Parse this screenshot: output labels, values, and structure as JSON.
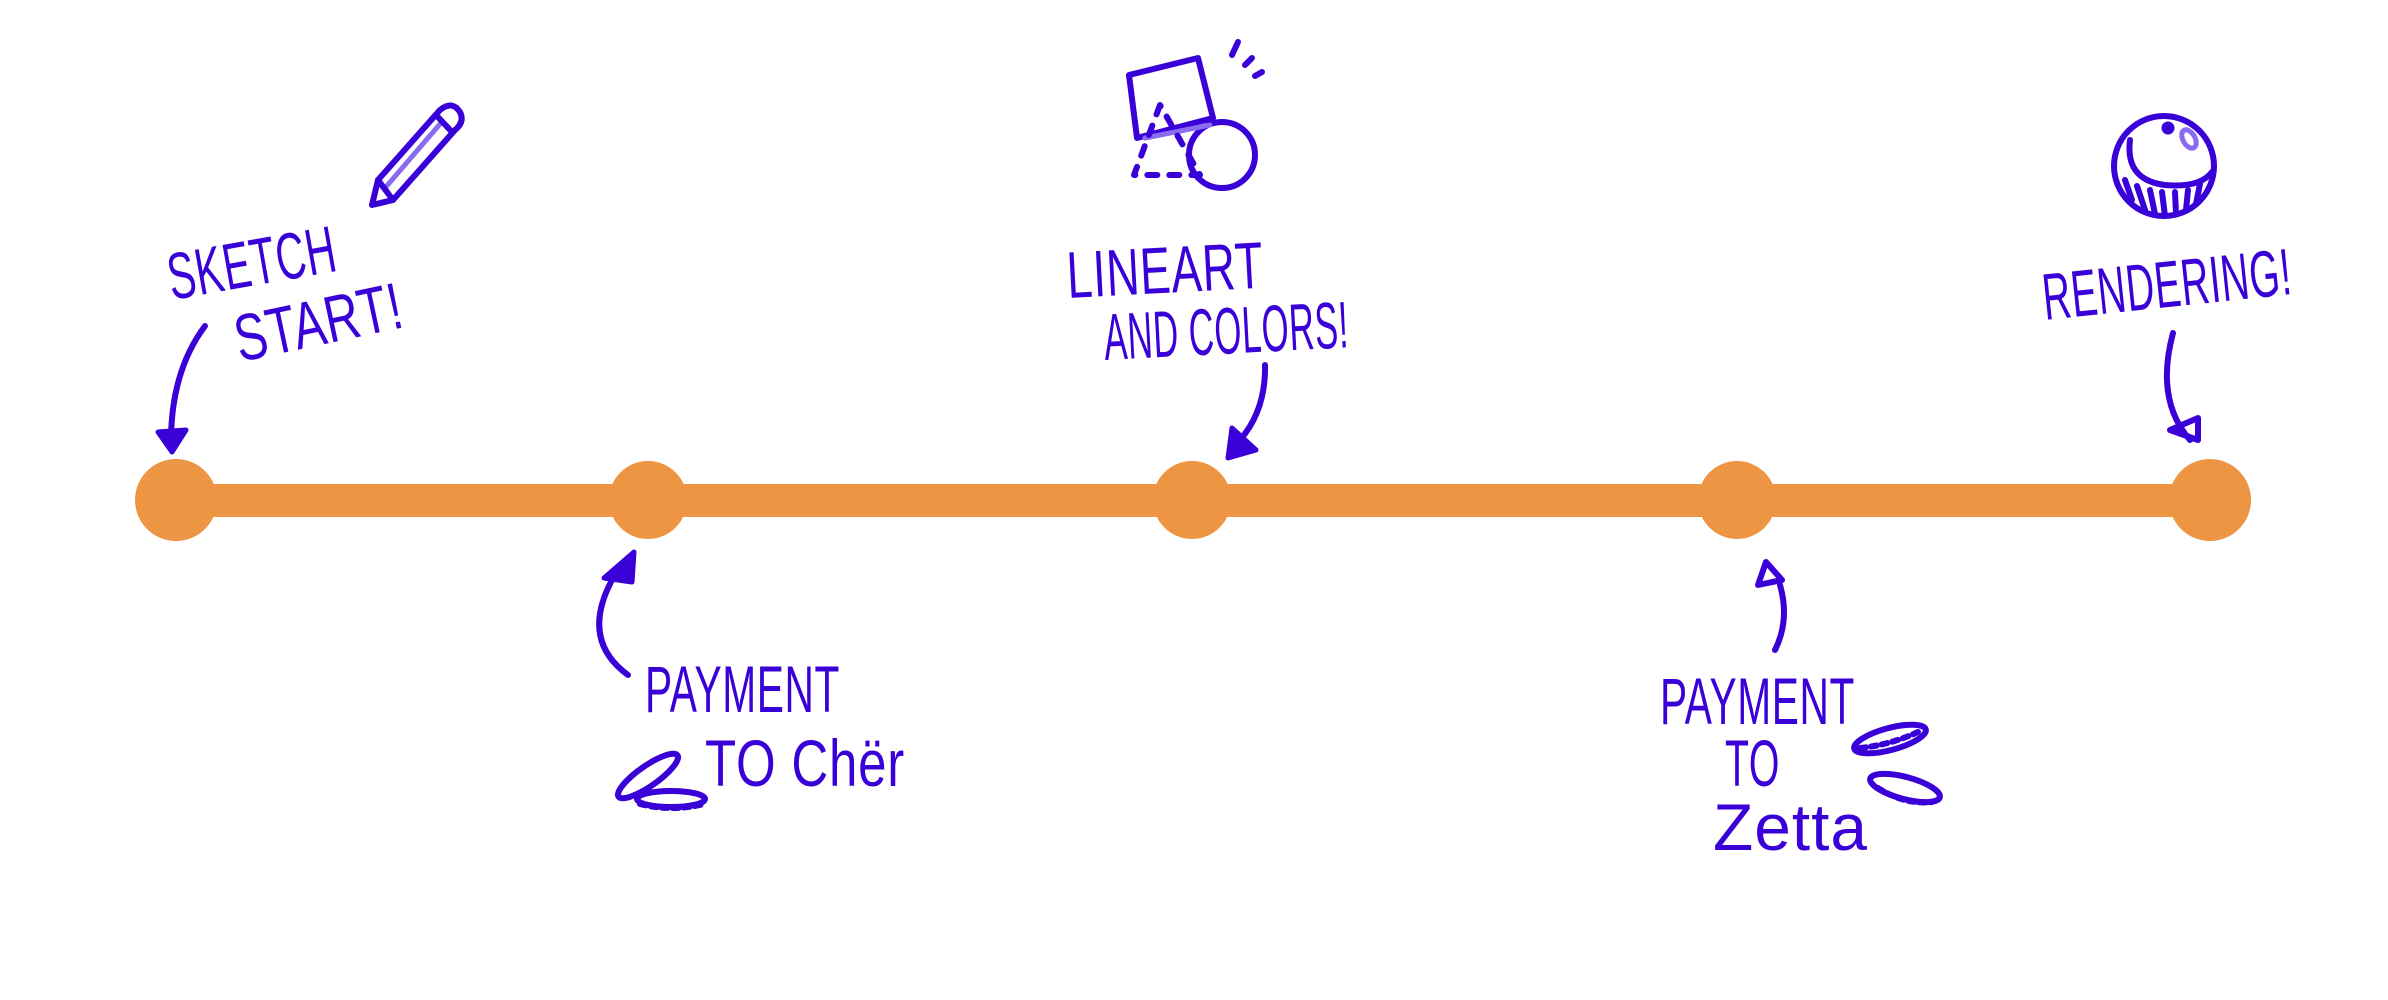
{
  "colors": {
    "timeline": "#ed9542",
    "ink": "#3a00d8"
  },
  "milestones": [
    {
      "id": "sketch",
      "lines": [
        "SKETCH",
        "START!"
      ],
      "icon": "pencil-icon",
      "position": "above"
    },
    {
      "id": "payment-cher",
      "lines": [
        "PAYMENT",
        "TO Chër"
      ],
      "icon": "coins-icon",
      "position": "below"
    },
    {
      "id": "lineart",
      "lines": [
        "LINEART",
        "AND COLORS!"
      ],
      "icon": "shapes-icon",
      "position": "above"
    },
    {
      "id": "payment-zetta",
      "lines": [
        "PAYMENT",
        "TO",
        "Zetta"
      ],
      "icon": "coins-icon",
      "position": "below"
    },
    {
      "id": "rendering",
      "lines": [
        "RENDERING!"
      ],
      "icon": "shaded-sphere-icon",
      "position": "above"
    }
  ]
}
